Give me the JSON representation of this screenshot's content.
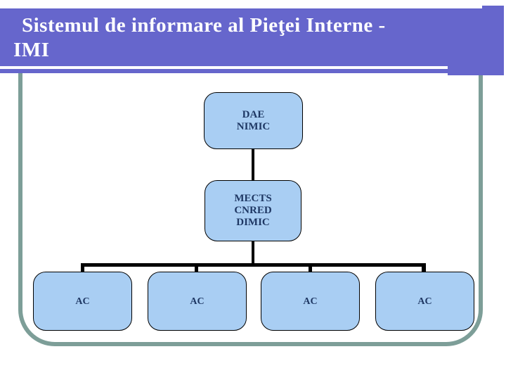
{
  "slide": {
    "title": {
      "line1": "Sistemul de informare al Pieţei Interne -",
      "line2": "IMI"
    }
  },
  "org_chart": {
    "root": {
      "lines": [
        "DAE",
        "NIMIC"
      ]
    },
    "middle": {
      "lines": [
        "MECTS",
        "CNRED",
        "DIMIC"
      ]
    },
    "leaves": [
      {
        "label": "AC"
      },
      {
        "label": "AC"
      },
      {
        "label": "AC"
      },
      {
        "label": "AC"
      }
    ]
  },
  "colors": {
    "title-bar-purple": "#6666CC",
    "title-text-white": "#FFFFFF",
    "frame-teal": "#7D9E98",
    "node-fill-blue": "#A9CEF3",
    "node-border-black": "#000000",
    "node-text-navy": "#1F3864",
    "connector-black": "#000000"
  }
}
